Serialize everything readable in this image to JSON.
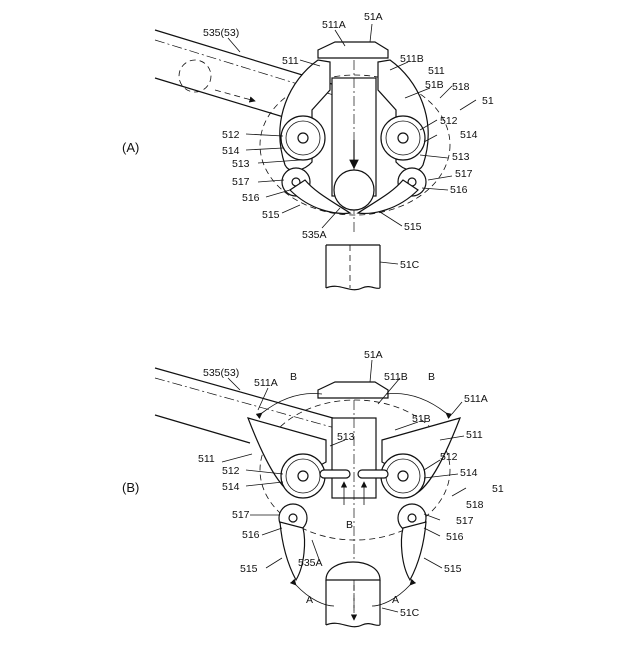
{
  "figure_labels": {
    "a": "(A)",
    "b": "(B)"
  },
  "panel_a": {
    "l_535": "535(53)",
    "l_51A": "51A",
    "l_511A": "511A",
    "l_511B": "511B",
    "l_511_left": "511",
    "l_511_right": "511",
    "l_51B": "51B",
    "l_518": "518",
    "l_51": "51",
    "l_512_left": "512",
    "l_512_right": "512",
    "l_514_left": "514",
    "l_514_right": "514",
    "l_513_left": "513",
    "l_513_right": "513",
    "l_517_left": "517",
    "l_517_right": "517",
    "l_516_left": "516",
    "l_516_right": "516",
    "l_515_left": "515",
    "l_515_right": "515",
    "l_535A": "535A",
    "l_51C": "51C"
  },
  "panel_b": {
    "l_535": "535(53)",
    "l_51A": "51A",
    "l_511A_left": "511A",
    "l_511A_right": "511A",
    "l_B_top_left": "B",
    "l_B_top_right": "B",
    "l_B_center": "B",
    "l_511B": "511B",
    "l_51B": "51B",
    "l_513": "513",
    "l_511_left": "511",
    "l_511_right": "511",
    "l_512_left": "512",
    "l_512_right": "512",
    "l_514_left": "514",
    "l_514_right": "514",
    "l_51": "51",
    "l_518": "518",
    "l_517_left": "517",
    "l_517_right": "517",
    "l_516_left": "516",
    "l_516_right": "516",
    "l_515_left": "515",
    "l_515_right": "515",
    "l_535A": "535A",
    "l_A_left": "A",
    "l_A_right": "A",
    "l_51C": "51C"
  }
}
